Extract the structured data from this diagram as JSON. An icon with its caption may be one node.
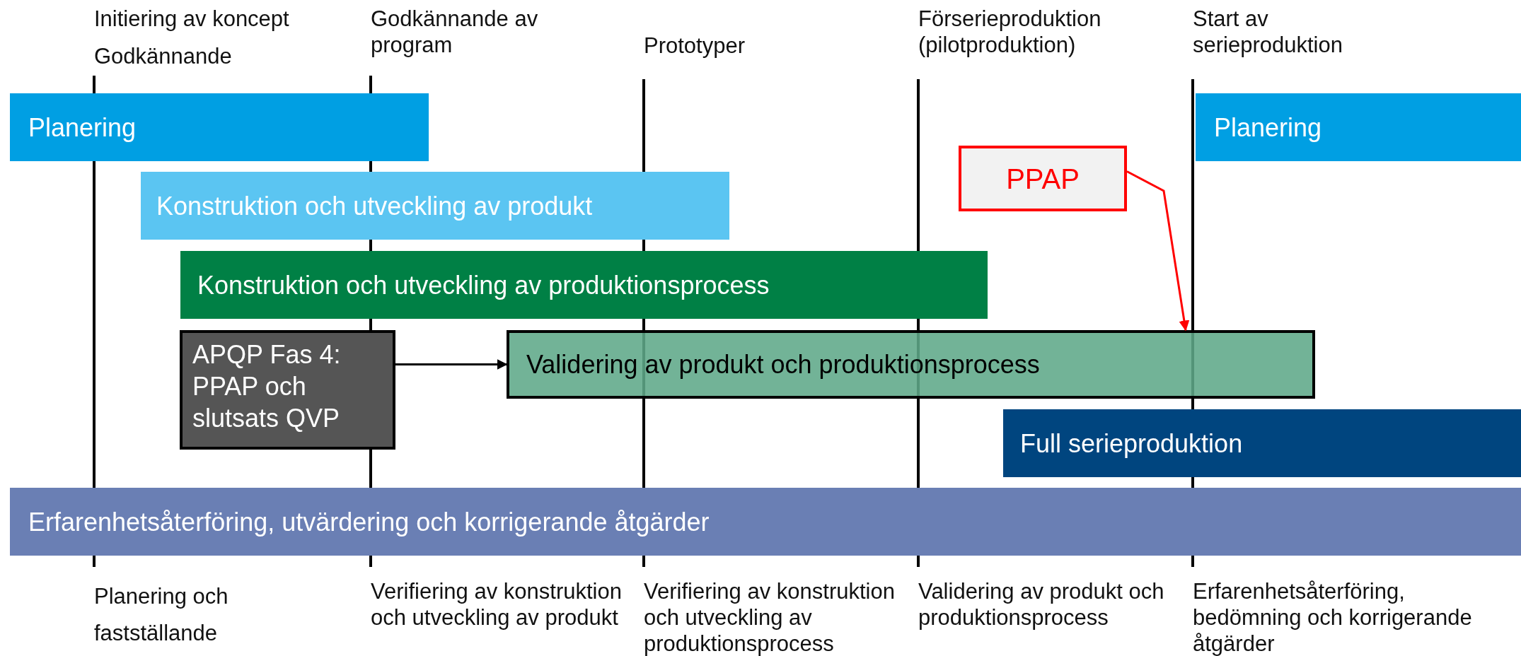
{
  "diagram": {
    "nodes": [
      {
        "text": [
          "Planering"
        ]
      },
      {
        "text": [
          "Planering"
        ]
      },
      {
        "text": [
          "Konstruktion och utveckling av produkt"
        ]
      },
      {
        "text": [
          "Konstruktion och utveckling av produktionsprocess"
        ]
      },
      {
        "text": [
          "PPAP"
        ]
      },
      {
        "text": [
          "APQP Fas 4: PPAP och slutsats QVP"
        ]
      },
      {
        "text": [
          "Validering av produkt och produktionsprocess"
        ]
      },
      {
        "text": [
          "Full serieproduktion"
        ]
      },
      {
        "text": [
          "Erfarenhetsåterföring, utvärdering och korrigerande åtgärder"
        ]
      }
    ],
    "edges": [
      {
        "from": 5,
        "to": 6,
        "arrow": "to"
      },
      {
        "from": 4,
        "to": 6,
        "arrow": "to",
        "color": "#ff0000"
      }
    ],
    "labels": [
      "Initiering av koncept",
      "Godkännande",
      "Godkännande av program",
      "Prototyper",
      "Förserieproduktion (pilotproduktion)",
      "Start av serieproduktion",
      "Planering och fastställande",
      "Verifiering av konstruktion och utveckling av produkt",
      "Verifiering av konstruktion och utveckling av produktionsprocess",
      "Validering av produkt och produktionsprocess",
      "Erfarenhetsåterföring, bedömning och korrigerande åtgärder"
    ]
  }
}
